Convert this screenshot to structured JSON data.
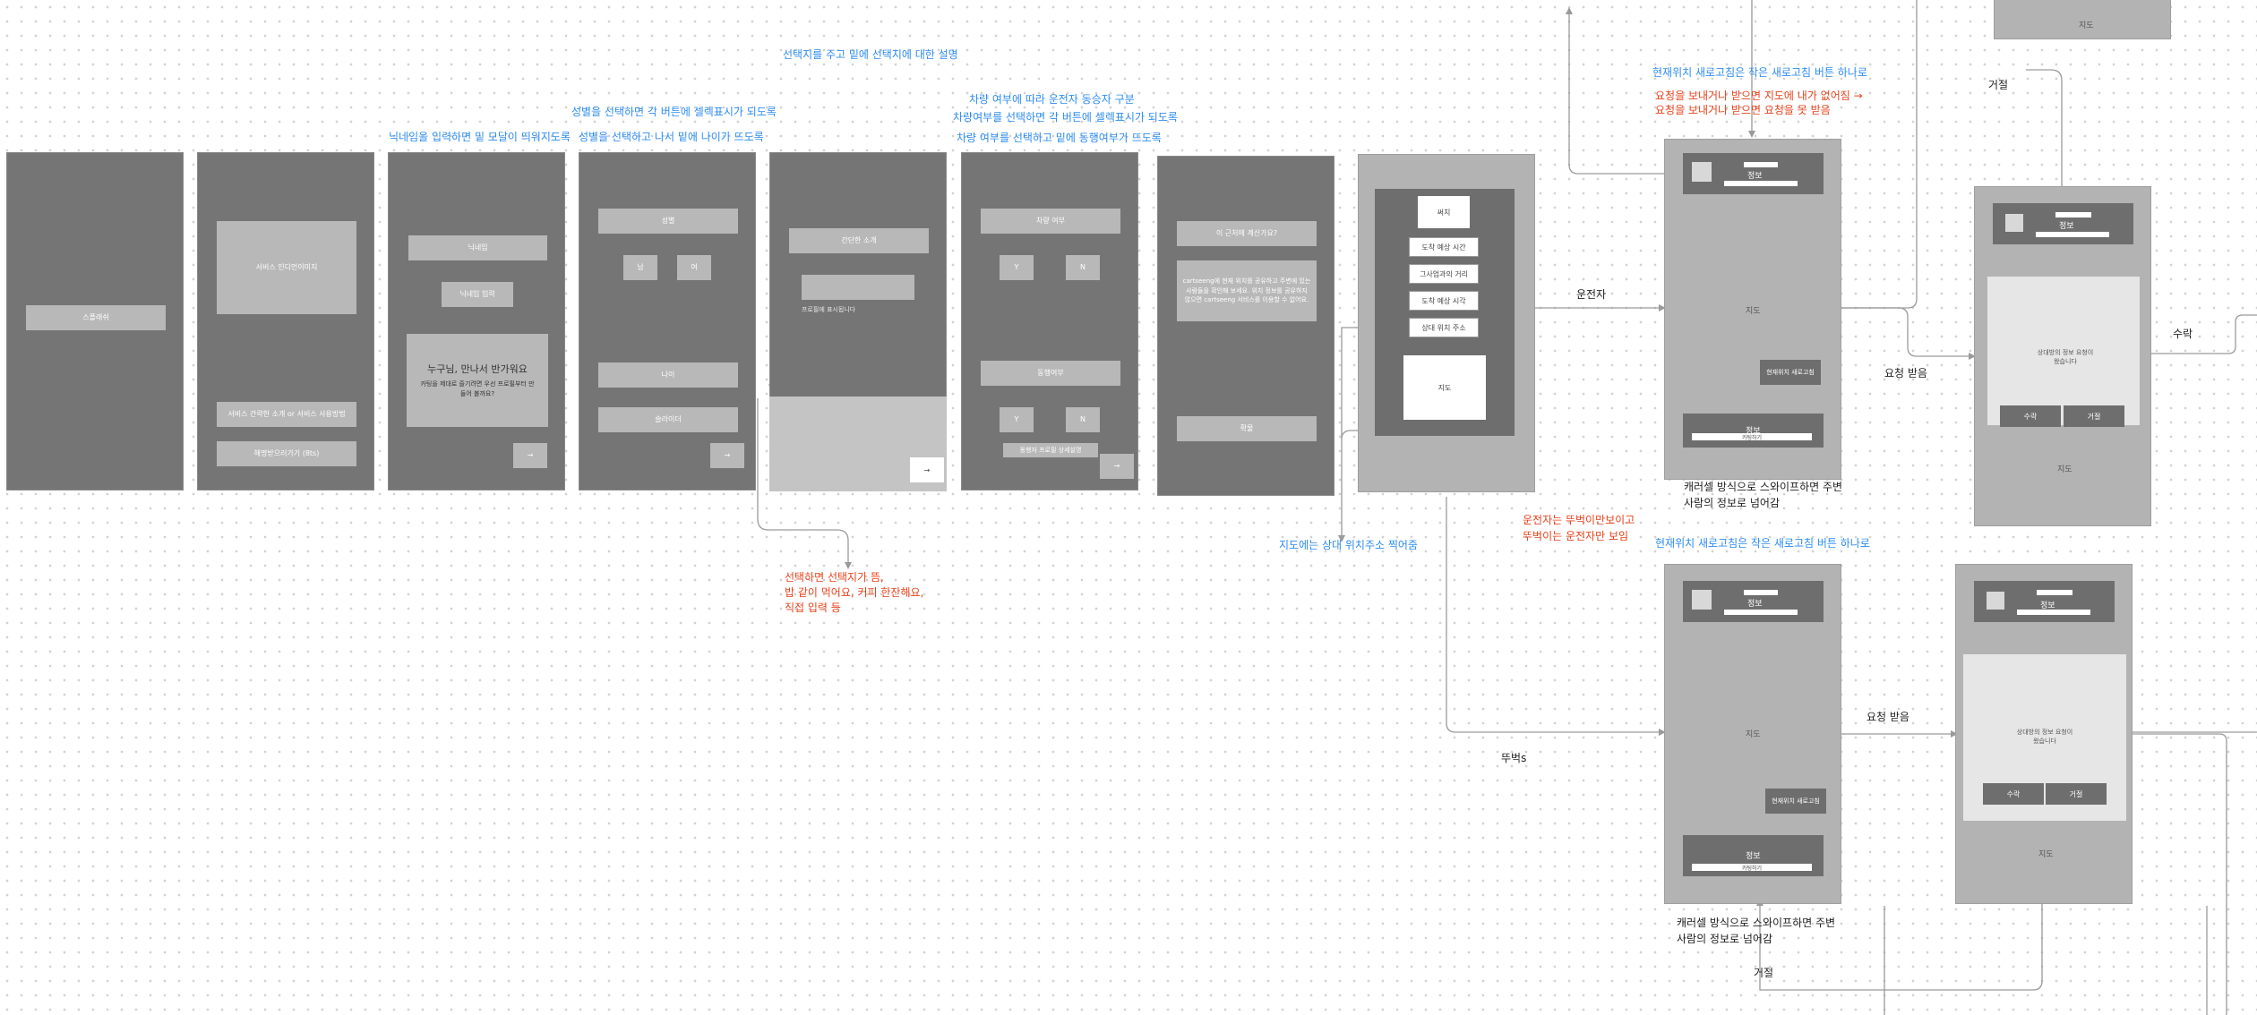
{
  "notes": {
    "n1": "선택지를 주고 밑에 선택지에 대한 설명",
    "n2": "닉네임을 입력하면 밑 모달이 띄워지도록",
    "n3": "성별을 선택하면 각 버튼에 셀렉표시가 되도록",
    "n4": "성별을 선택하고 나서 밑에 나이가 뜨도록",
    "n5": "차량 여부에 따라 운전자 동승자 구분",
    "n6": "차량여부를 선택하면 각 버튼에 셀렉표시가 되도록",
    "n7": "차량 여부를 선택하고 밑에 동행여부가 뜨도록",
    "n8": "선택하면 선택지가 뜸,",
    "n9": "밥 같이 먹어요, 커피 한잔해요,",
    "n10": "직접 입력 등",
    "n11": "지도에는 상대 위치주소 찍어줌",
    "n12": "운전자",
    "n13": "뚜벅s",
    "n14": "운전자는 뚜벅이만보이고",
    "n15": "뚜벅이는 운전자만 보임",
    "n16": "현재위치 새로고침은 작은 새로고침 버튼 하나로",
    "n17": "요청을 보내거나 받으면 지도에 내가 없어짐 →",
    "n18": "요청을 보내거나 받으면 요청을 못 받음",
    "n19": "거절",
    "n20": "요청 받음",
    "n21": "수락",
    "n22": "캐러셀 방식으로 스와이프하면 주변",
    "n23": "사람의 정보로 넘어감",
    "n24": "현재위치 새로고침은 작은 새로고침 버튼 하나로",
    "n25": "요청 받음",
    "n26": "캐러셀 방식으로 스와이프하면 주변",
    "n27": "사람의 정보로 넘어감",
    "n28": "거절"
  },
  "s1": {
    "start": "스플래쉬"
  },
  "s2": {
    "intro": "서비스 인디언이미지",
    "desc": "서비스 간략한 소개 or 서비스 사용방법",
    "login": "해명받으러가기 (8ts)"
  },
  "s3": {
    "nick": "닉네임",
    "nick_input": "닉네임 입력",
    "modal_title": "누구님, 만나서 반가워요",
    "modal_body": "카팅을 제대로 즐기려면 우선 프로필부터 만들어 볼까요?",
    "next": "→"
  },
  "s4": {
    "gender": "성별",
    "male": "남",
    "female": "여",
    "age": "나이",
    "age_input": "슬라이더",
    "next": "→"
  },
  "s5": {
    "intro": "간단한 소개",
    "hint": "프로필에 표시됩니다",
    "next": "→"
  },
  "s6": {
    "car": "차량 여부",
    "y1": "Y",
    "n1": "N",
    "together": "동행여부",
    "y2": "Y",
    "n2": "N",
    "detail": "동행자 프로필 상세설명",
    "next": "→"
  },
  "s7": {
    "title": "이 근처에 계신가요?",
    "body": "cartseeng에 현재 위치를 공유하고 주변에 있는 사람들을 확인해 보세요. 위치 정보를 공유하지 않으면 cartseeng 서비스를 이용할 수 없어요.",
    "agree": "확물"
  },
  "s8": {
    "search": "써치",
    "b1": "도착 예상 시간",
    "b2": "그사업과의 거리",
    "b3": "도착 예상 시각",
    "b4": "상대 위치 주소",
    "map": "지도"
  },
  "s9": {
    "info": "정보",
    "map": "지도",
    "refresh": "현재위치 새로고침",
    "info2": "정보",
    "action": "카팅하기"
  },
  "s10": {
    "info": "정보",
    "modal": "상대방의 정보 요청이 왔습니다",
    "accept": "수락",
    "reject": "거절",
    "map": "지도"
  },
  "s11": {
    "info": "정보",
    "map": "지도",
    "refresh": "현재위치 새로고침",
    "info2": "정보",
    "action": "카팅하기"
  },
  "s12": {
    "info": "정보",
    "modal": "상대방의 정보 요청이 왔습니다",
    "accept": "수락",
    "reject": "거절",
    "map": "지도"
  }
}
